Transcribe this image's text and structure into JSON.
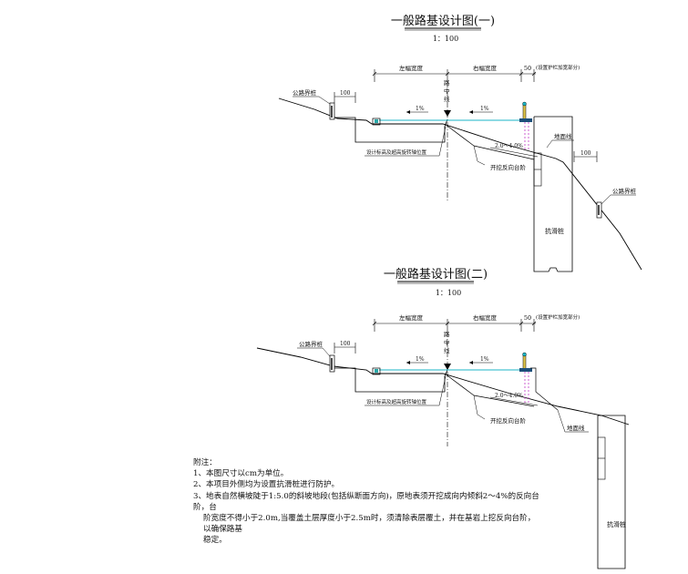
{
  "section1": {
    "title": "一般路基设计图(一)",
    "scale": "1：100",
    "left_width": "左幅宽度",
    "right_width": "右幅宽度",
    "guardrail_width": "50",
    "guardrail_note": "(设置护栏加宽部分)",
    "centerline": "路\n中\n线",
    "boundary_left": "公路界桩",
    "boundary_right": "公路界桩",
    "offset_left": "100",
    "offset_right": "100",
    "slope_left": "1%",
    "slope_right": "1%",
    "bench_slope": "2.0～4.0%",
    "ground_line": "地面线",
    "design_note": "设计标高及超高旋转轴位置",
    "step_note": "开挖反向台阶",
    "pile": "抗滑桩"
  },
  "section2": {
    "title": "一般路基设计图(二)",
    "scale": "1：100",
    "left_width": "左幅宽度",
    "right_width": "右幅宽度",
    "guardrail_width": "50",
    "guardrail_note": "(设置护栏加宽部分)",
    "centerline": "路\n中\n线",
    "boundary_left": "公路界桩",
    "offset_left": "100",
    "slope_left": "1%",
    "slope_right": "1%",
    "bench_slope": "2.0～4.0%",
    "ground_line": "地面线",
    "design_note": "设计标高及超高旋转轴位置",
    "step_note": "开挖反向台阶",
    "pile": "抗滑桩"
  },
  "notes": {
    "heading": "附注：",
    "items": [
      "1、本图尺寸以cm为单位。",
      "2、本项目外侧均为设置抗滑桩进行防护。",
      "3、地表自然横坡陡于1:5.0的斜坡地段(包括纵断面方向)，原地表须开挖成向内倾斜2～4%的反向台阶，台",
      "阶宽度不得小于2.0m,当覆盖土层厚度小于2.5m时，须清除表层覆土，并在基岩上挖反向台阶，以确保路基",
      "稳定。"
    ]
  }
}
